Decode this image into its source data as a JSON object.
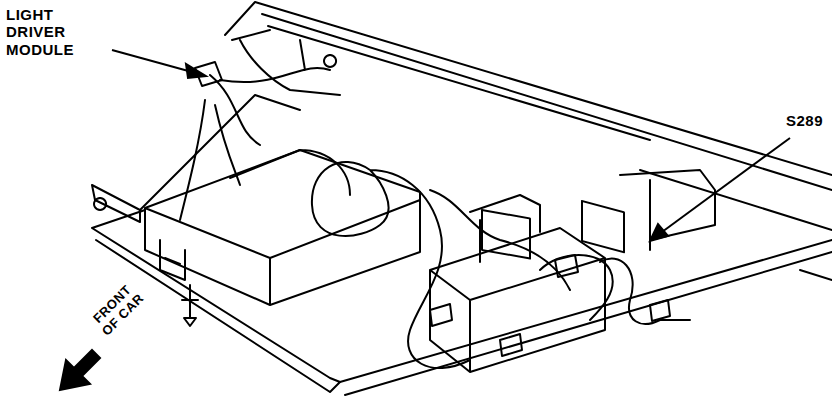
{
  "diagram": {
    "labels": [
      "LIGHT DRIVER MODULE",
      "S289",
      "FRONT OF CAR"
    ]
  }
}
